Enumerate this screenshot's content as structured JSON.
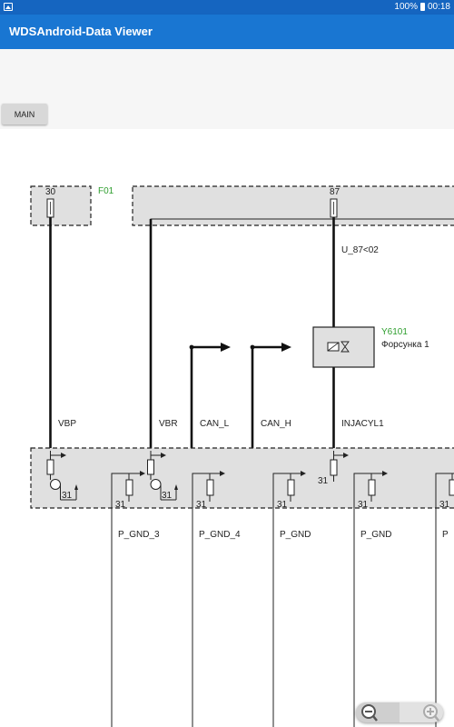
{
  "status_bar": {
    "battery": "100%",
    "time": "00:18"
  },
  "app": {
    "title": "WDSAndroid-Data Viewer"
  },
  "toolbar": {
    "main_label": "MAIN"
  },
  "diagram": {
    "fuse_box_label": "F01",
    "fuse_30": "30",
    "fuse_87": "87",
    "wire_u87": "U_87<02",
    "injector_code": "Y6101",
    "injector_name": "Форсунка 1",
    "wires": {
      "vbp": "VBP",
      "vbr": "VBR",
      "can_l": "CAN_L",
      "can_h": "CAN_H",
      "injacyl": "INJACYL1"
    },
    "ground_pin": "31",
    "gnd": {
      "g1": "P_GND_3",
      "g2": "P_GND_4",
      "g3": "P_GND",
      "g4": "P_GND"
    }
  },
  "colors": {
    "app_bar": "#1976d2",
    "status_bar": "#1565c0",
    "component_label": "#2e9e2e",
    "box_fill": "#e0e0e0"
  },
  "icons": {
    "zoom_out": "zoom-out-icon",
    "zoom_in": "zoom-in-icon"
  }
}
